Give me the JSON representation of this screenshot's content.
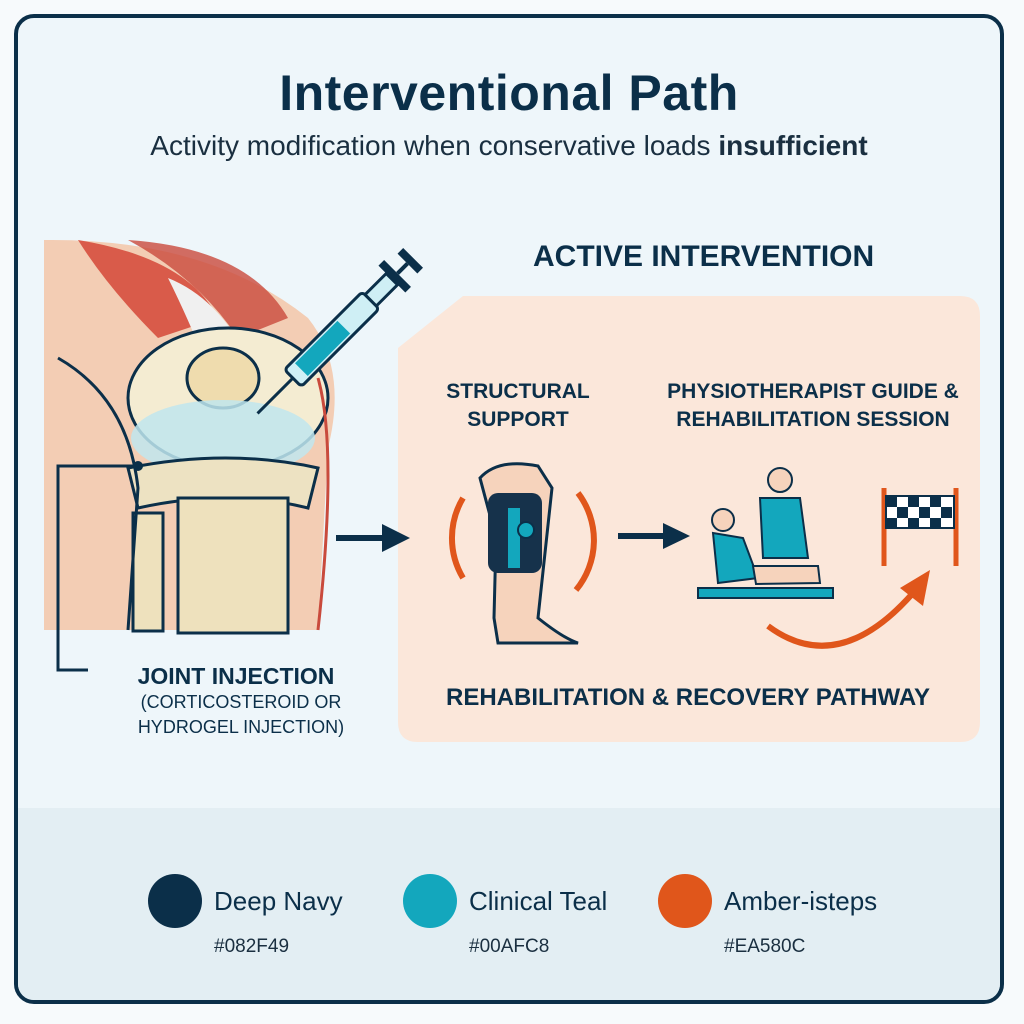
{
  "header": {
    "title": "Interventional Path",
    "subtitle_main": "Activity modification when conservative loads ",
    "subtitle_bold": "insufficient"
  },
  "injection": {
    "title": "JOINT INJECTION",
    "description": "(CORTICOSTEROID OR HYDROGEL INJECTION)"
  },
  "intervention": {
    "title": "ACTIVE INTERVENTION",
    "structural_label": "STRUCTURAL SUPPORT",
    "physio_label": "PHYSIOTHERAPIST GUIDE & REHABILITATION SESSION",
    "pathway_label": "REHABILITATION & RECOVERY PATHWAY"
  },
  "legend": {
    "items": [
      {
        "name": "Deep Navy",
        "hex": "#082F49",
        "color": "#0b2f49"
      },
      {
        "name": "Clinical Teal",
        "hex": "#00AFC8",
        "color": "#13a7bd"
      },
      {
        "name": "Amber-isteps",
        "hex": "#EA580C",
        "color": "#e0561b"
      }
    ]
  },
  "colors": {
    "navy": "#0b2f49",
    "teal": "#13a7bd",
    "amber": "#e0561b",
    "panel": "#fbe7da"
  }
}
